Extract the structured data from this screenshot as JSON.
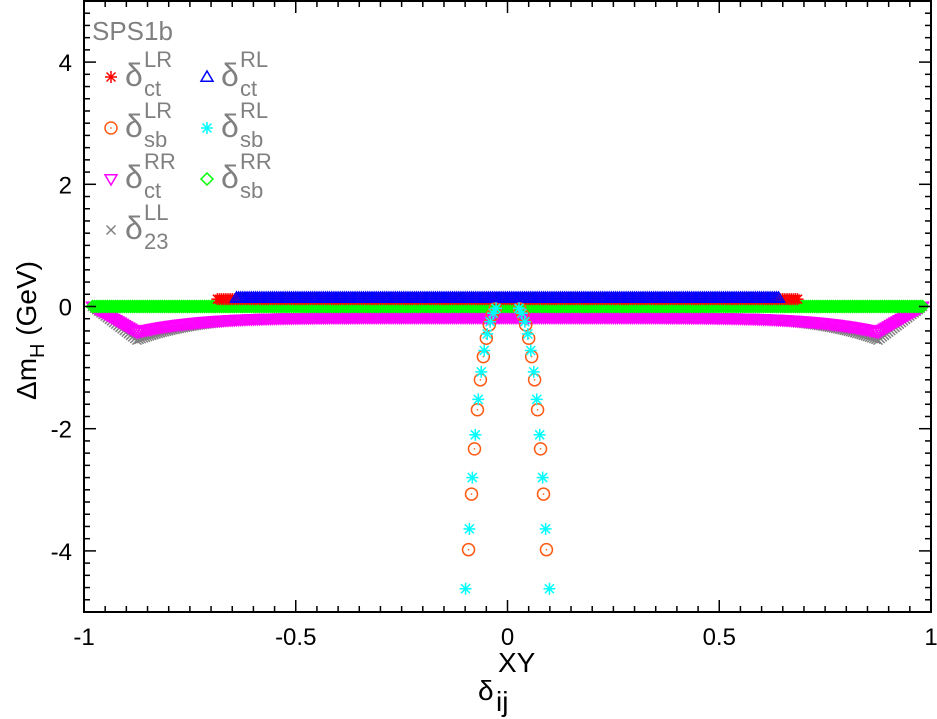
{
  "chart_data": {
    "type": "scatter",
    "title": "",
    "annotation": "SPS1b",
    "xlabel": "δ_ij^XY",
    "xlabel_parts": {
      "base": "δ",
      "sub": "ij",
      "sup": "XY"
    },
    "ylabel": "Δm_H (GeV)",
    "ylabel_parts": {
      "base": "Δm",
      "sub": "H",
      "rest": " (GeV)"
    },
    "xlim": [
      -1,
      1
    ],
    "ylim": [
      -5,
      5
    ],
    "x_ticks": [
      {
        "value": -1,
        "label": "-1"
      },
      {
        "value": -0.5,
        "label": "-0.5"
      },
      {
        "value": 0,
        "label": "0"
      },
      {
        "value": 0.5,
        "label": "0.5"
      },
      {
        "value": 1,
        "label": "1"
      }
    ],
    "x_minor_step": 0.05,
    "y_ticks": [
      {
        "value": 4,
        "label": "4"
      },
      {
        "value": 2,
        "label": "2"
      },
      {
        "value": 0,
        "label": "0"
      },
      {
        "value": -2,
        "label": "-2"
      },
      {
        "value": -4,
        "label": "-4"
      }
    ],
    "y_minor_step": 0.2,
    "grid": false,
    "legend_position": "top-left",
    "series": [
      {
        "name": "δ_ct^LR",
        "base": "δ",
        "sub": "ct",
        "sup": "LR",
        "marker": "star",
        "color": "#ff0000",
        "range": [
          -0.685,
          0.685
        ],
        "shape": "flat",
        "y_at": 0.12
      },
      {
        "name": "δ_ct^RL",
        "base": "δ",
        "sub": "ct",
        "sup": "RL",
        "marker": "triangle-up",
        "color": "#0000ff",
        "range": [
          -0.64,
          0.64
        ],
        "shape": "flat",
        "y_at": 0.14
      },
      {
        "name": "δ_sb^LR",
        "base": "δ",
        "sub": "sb",
        "sup": "LR",
        "marker": "circle",
        "color": "#ff5a14",
        "points": [
          [
            -0.092,
            -3.98
          ],
          [
            -0.085,
            -3.07
          ],
          [
            -0.078,
            -2.33
          ],
          [
            -0.071,
            -1.69
          ],
          [
            -0.064,
            -1.2
          ],
          [
            -0.057,
            -0.82
          ],
          [
            -0.05,
            -0.52
          ],
          [
            -0.043,
            -0.3
          ],
          [
            -0.036,
            -0.14
          ],
          [
            -0.029,
            -0.04
          ],
          [
            0.029,
            -0.04
          ],
          [
            0.036,
            -0.14
          ],
          [
            0.043,
            -0.3
          ],
          [
            0.05,
            -0.52
          ],
          [
            0.057,
            -0.82
          ],
          [
            0.064,
            -1.2
          ],
          [
            0.071,
            -1.69
          ],
          [
            0.078,
            -2.33
          ],
          [
            0.085,
            -3.07
          ],
          [
            0.092,
            -3.98
          ]
        ]
      },
      {
        "name": "δ_sb^RL",
        "base": "δ",
        "sub": "sb",
        "sup": "RL",
        "marker": "star",
        "color": "#00ffff",
        "points": [
          [
            -0.099,
            -4.62
          ],
          [
            -0.09,
            -3.64
          ],
          [
            -0.083,
            -2.8
          ],
          [
            -0.076,
            -2.1
          ],
          [
            -0.069,
            -1.52
          ],
          [
            -0.062,
            -1.07
          ],
          [
            -0.055,
            -0.72
          ],
          [
            -0.048,
            -0.45
          ],
          [
            -0.041,
            -0.25
          ],
          [
            -0.034,
            -0.11
          ],
          [
            -0.027,
            -0.03
          ],
          [
            0.027,
            -0.03
          ],
          [
            0.034,
            -0.11
          ],
          [
            0.041,
            -0.25
          ],
          [
            0.048,
            -0.45
          ],
          [
            0.055,
            -0.72
          ],
          [
            0.062,
            -1.07
          ],
          [
            0.069,
            -1.52
          ],
          [
            0.076,
            -2.1
          ],
          [
            0.083,
            -2.8
          ],
          [
            0.09,
            -3.64
          ],
          [
            0.099,
            -4.62
          ]
        ]
      },
      {
        "name": "δ_ct^RR",
        "base": "δ",
        "sub": "ct",
        "sup": "RR",
        "marker": "triangle-down",
        "color": "#ff00ff",
        "range": [
          -0.98,
          0.98
        ],
        "shape": "dip",
        "dip_x": 0.875,
        "dip_y": -0.42,
        "center_y": -0.18
      },
      {
        "name": "δ_sb^RR",
        "base": "δ",
        "sub": "sb",
        "sup": "RR",
        "marker": "diamond",
        "color": "#00ff00",
        "range": [
          -0.98,
          0.98
        ],
        "shape": "flat",
        "y_at": 0.0
      },
      {
        "name": "δ_23^LL",
        "base": "δ",
        "sub": "23",
        "sup": "LL",
        "marker": "cross",
        "color": "#808080",
        "range": [
          -0.98,
          0.98
        ],
        "shape": "dip",
        "dip_x": 0.875,
        "dip_y": -0.55,
        "center_y": -0.18
      }
    ],
    "draw_order": [
      6,
      4,
      5,
      0,
      1,
      2,
      3
    ]
  },
  "legend": {
    "title": "SPS1b",
    "columns": [
      [
        0,
        2,
        4,
        6
      ],
      [
        1,
        3,
        5
      ]
    ]
  }
}
